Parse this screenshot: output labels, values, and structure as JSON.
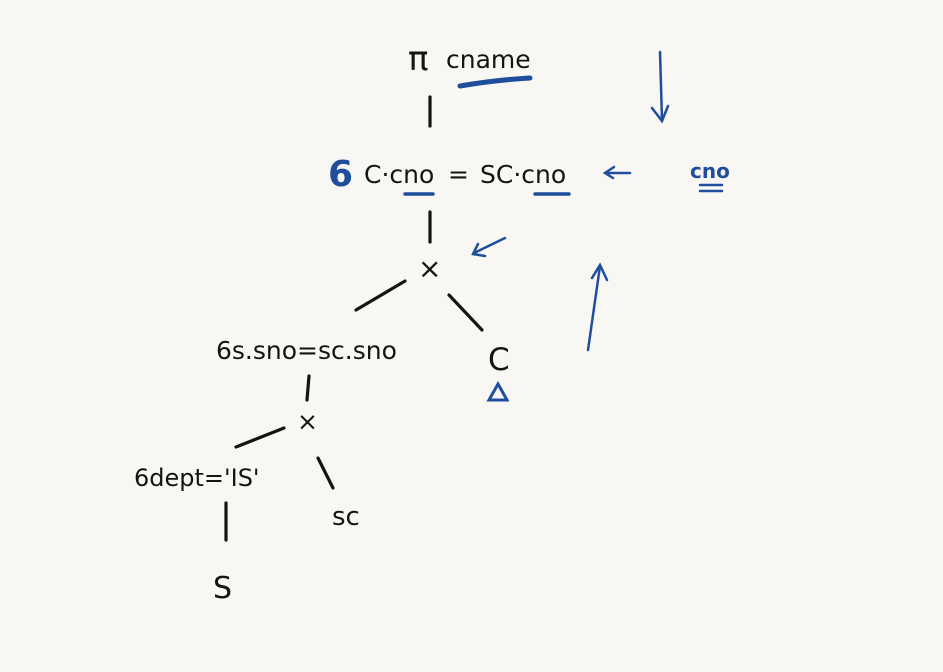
{
  "colors": {
    "ink": "#141414",
    "annotation": "#1f4e9c",
    "background": "#f8f7f4"
  },
  "tree": {
    "projection": {
      "symbol": "π",
      "attribute": "cname"
    },
    "selection_top": {
      "sigma": "6",
      "left": "C·cno",
      "op": "=",
      "right": "SC·cno"
    },
    "join_top": "×",
    "selection_mid": "6s.sno=sc.sno",
    "relation_c": "C",
    "join_low": "×",
    "selection_low": "6dept='IS'",
    "relation_sc": "sc",
    "relation_s": "S"
  },
  "annotations": {
    "cno_note": "cno"
  }
}
